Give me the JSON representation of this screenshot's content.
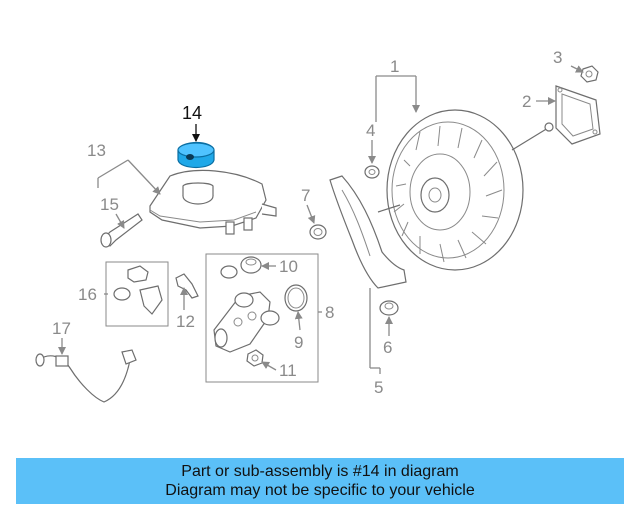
{
  "callouts": {
    "c1": "1",
    "c2": "2",
    "c3": "3",
    "c4": "4",
    "c5": "5",
    "c6": "6",
    "c7": "7",
    "c8": "8",
    "c9": "9",
    "c10": "10",
    "c11": "11",
    "c12": "12",
    "c13": "13",
    "c14": "14",
    "c15": "15",
    "c16": "16",
    "c17": "17"
  },
  "highlight": {
    "part": "14",
    "color": "#1fa8e8"
  },
  "banner": {
    "line1": "Part or sub-assembly is #14 in diagram",
    "line2": "Diagram may not be specific to your vehicle",
    "background": "#5bc0f8"
  }
}
